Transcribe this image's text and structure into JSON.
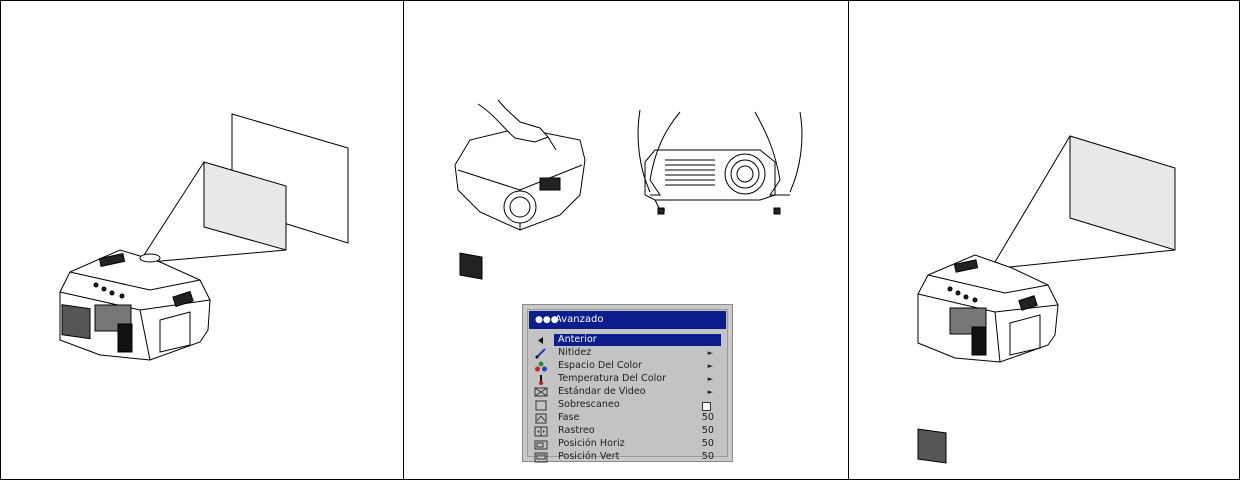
{
  "menu": {
    "title": "Avanzado",
    "title_dots": "●●●",
    "items": [
      {
        "label": "Anterior",
        "icon": "back-arrow-icon",
        "trailing": ""
      },
      {
        "label": "Nitidez",
        "icon": "sharpness-icon",
        "trailing": "►"
      },
      {
        "label": "Espacio Del Color",
        "icon": "color-space-icon",
        "trailing": "►"
      },
      {
        "label": "Temperatura Del Color",
        "icon": "thermometer-icon",
        "trailing": "►"
      },
      {
        "label": "Estándar de Video",
        "icon": "video-standard-icon",
        "trailing": "►"
      },
      {
        "label": "Sobrescaneo",
        "icon": "overscan-icon",
        "trailing": ""
      },
      {
        "label": "Fase",
        "icon": "phase-icon",
        "trailing": "50"
      },
      {
        "label": "Rastreo",
        "icon": "tracking-icon",
        "trailing": "50"
      },
      {
        "label": "Posición Horiz",
        "icon": "horizontal-position-icon",
        "trailing": "50"
      },
      {
        "label": "Posición Vert",
        "icon": "vertical-position-icon",
        "trailing": "50"
      }
    ],
    "colors": {
      "title_bar": "#0b1d8c",
      "background": "#c3c3c3"
    }
  }
}
